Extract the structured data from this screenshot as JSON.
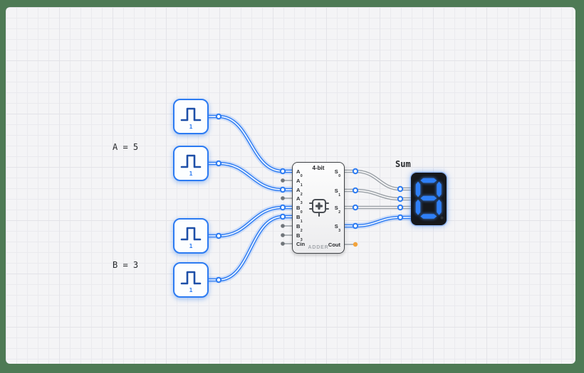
{
  "labels": {
    "input_a": "A = 5",
    "input_b": "B = 3",
    "display_label": "Sum"
  },
  "pulse_generators": [
    {
      "label": "1",
      "output_state": "connected"
    },
    {
      "label": "1",
      "output_state": "connected"
    },
    {
      "label": "1",
      "output_state": "connected"
    },
    {
      "label": "1",
      "output_state": "connected"
    }
  ],
  "adder": {
    "title": "4-bit",
    "subtitle": "ADDER",
    "left_pins": [
      {
        "base": "A",
        "sub": "0",
        "state": "connected"
      },
      {
        "base": "A",
        "sub": "1",
        "state": "unconnected"
      },
      {
        "base": "A",
        "sub": "2",
        "state": "connected"
      },
      {
        "base": "A",
        "sub": "3",
        "state": "unconnected"
      },
      {
        "base": "B",
        "sub": "0",
        "state": "connected"
      },
      {
        "base": "B",
        "sub": "1",
        "state": "connected"
      },
      {
        "base": "B",
        "sub": "2",
        "state": "unconnected"
      },
      {
        "base": "B",
        "sub": "3",
        "state": "unconnected"
      },
      {
        "base": "Cin",
        "sub": "",
        "state": "unconnected"
      }
    ],
    "right_pins": [
      {
        "base": "S",
        "sub": "0",
        "state": "connected"
      },
      {
        "base": "S",
        "sub": "1",
        "state": "connected"
      },
      {
        "base": "S",
        "sub": "2",
        "state": "connected"
      },
      {
        "base": "S",
        "sub": "3",
        "state": "connected"
      },
      {
        "base": "Cout",
        "sub": "",
        "state": "floating"
      }
    ]
  },
  "wires": [
    {
      "from": "pulse-1",
      "to": "adder-A0",
      "value": 1,
      "state": "high"
    },
    {
      "from": "pulse-2",
      "to": "adder-A2",
      "value": 1,
      "state": "high"
    },
    {
      "from": "pulse-3",
      "to": "adder-B0",
      "value": 1,
      "state": "high"
    },
    {
      "from": "pulse-4",
      "to": "adder-B1",
      "value": 1,
      "state": "high"
    },
    {
      "from": "adder-S0",
      "to": "display-in0",
      "value": 0,
      "state": "low"
    },
    {
      "from": "adder-S1",
      "to": "display-in1",
      "value": 0,
      "state": "low"
    },
    {
      "from": "adder-S2",
      "to": "display-in2",
      "value": 0,
      "state": "low"
    },
    {
      "from": "adder-S3",
      "to": "display-in3",
      "value": 1,
      "state": "high"
    }
  ],
  "display": {
    "value": "8",
    "segments": {
      "a": "on",
      "b": "on",
      "c": "on",
      "d": "on",
      "e": "on",
      "f": "on",
      "g": "on"
    },
    "dp": "off",
    "input_states": [
      "connected",
      "connected",
      "connected",
      "connected"
    ]
  },
  "colors": {
    "frame": "#4e7a55",
    "canvas": "#f4f4f6",
    "wire_active": "#2c7bf2",
    "wire_inactive": "#9aa0a6",
    "node_floating": "#f2a33c",
    "segment_on": "#2f80f8"
  }
}
